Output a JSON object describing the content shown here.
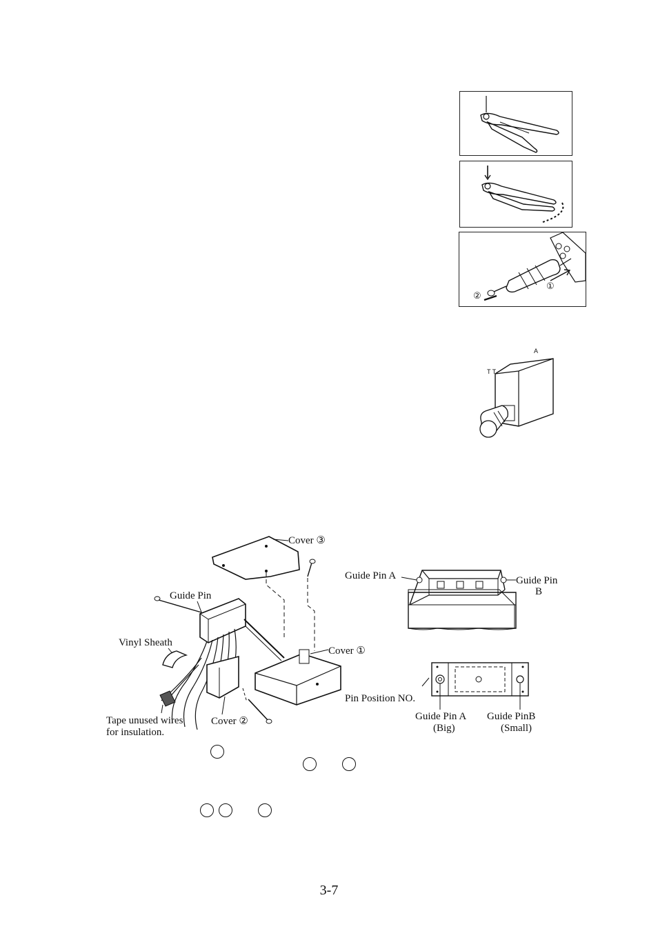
{
  "figures": {
    "crimp_step1": {
      "name": "crimp-tool-open"
    },
    "crimp_step2": {
      "name": "crimp-tool-closing"
    },
    "extract": {
      "labels": [
        "②",
        "①"
      ]
    },
    "connector": {
      "label_a": "A",
      "label_tt": "T T"
    },
    "assembly": {
      "cover3": "Cover ③",
      "guide_pin": "Guide Pin",
      "vinyl_sheath": "Vinyl Sheath",
      "cover1": "Cover ①",
      "cover2": "Cover ②",
      "tape_line1": "Tape unused wires",
      "tape_line2": "for insulation."
    },
    "guide_pins": {
      "guide_pin_a": "Guide Pin A",
      "guide_pin_b_line1": "Guide Pin",
      "guide_pin_b_line2": "B",
      "pin_position": "Pin Position NO.",
      "guide_pin_a_big_line1": "Guide Pin A",
      "guide_pin_a_big_line2": "(Big)",
      "guide_pin_b_small_line1": "Guide PinB",
      "guide_pin_b_small_line2": "(Small)"
    }
  },
  "page_number": "3-7"
}
